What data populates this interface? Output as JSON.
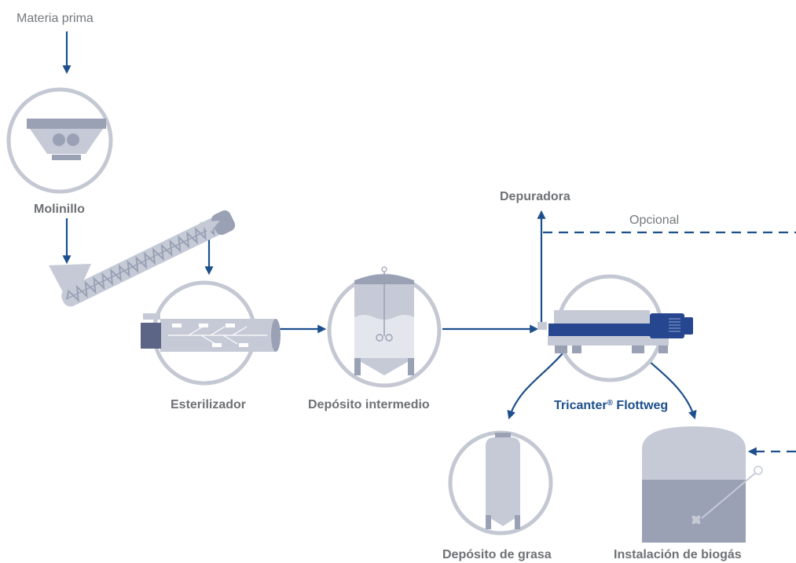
{
  "labels": {
    "materia_prima": "Materia prima",
    "molinillo": "Molinillo",
    "esterilizador": "Esterilizador",
    "deposito_intermedio": "Depósito intermedio",
    "depuradora": "Depuradora",
    "opcional": "Opcional",
    "tricanter_name": "Tricanter",
    "tricanter_reg": "®",
    "tricanter_brand": "Flottweg",
    "deposito_grasa": "Depósito de grasa",
    "biogas": "Instalación de biogás"
  },
  "colors": {
    "flow_line": "#1d4f8c",
    "circle_stroke": "#c3c8d3",
    "equipment_light": "#c5cad6",
    "equipment_mid": "#9aa1b5",
    "equipment_dark": "#5d6587",
    "motor_blue": "#26468f",
    "label_gray": "#6e7175",
    "accent_blue": "#1d4f8c"
  }
}
